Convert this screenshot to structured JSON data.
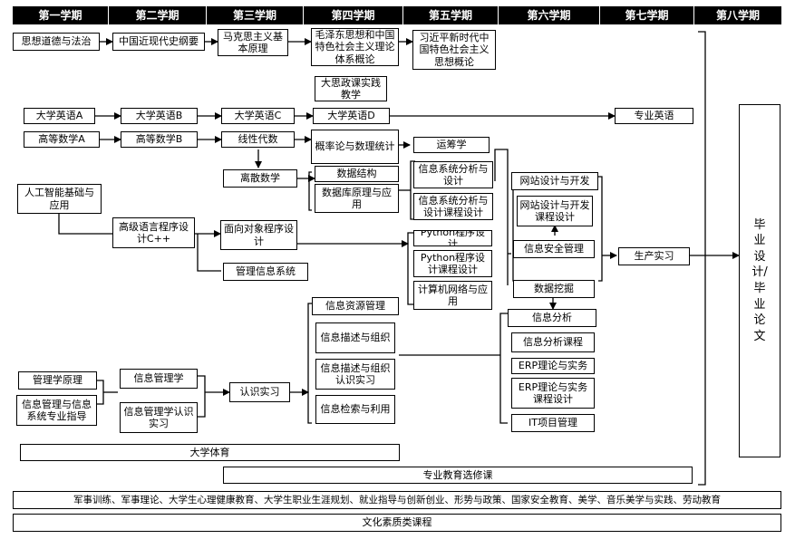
{
  "semesters": [
    "第一学期",
    "第二学期",
    "第三学期",
    "第四学期",
    "第五学期",
    "第六学期",
    "第七学期",
    "第八学期"
  ],
  "courses": {
    "sixiang": "思想道德与法治",
    "jindai": "中国近现代史纲要",
    "makesi": "马克思主义基本原理",
    "maogai": "毛泽东思想和中国特色社会主义理论体系概论",
    "xi": "习近平新时代中国特色社会主义思想概论",
    "dasizheng": "大思政课实践教学",
    "yingyu_a": "大学英语A",
    "yingyu_b": "大学英语B",
    "yingyu_c": "大学英语C",
    "yingyu_d": "大学英语D",
    "zhuanye_yingyu": "专业英语",
    "shuxue_a": "高等数学A",
    "shuxue_b": "高等数学B",
    "xianxing": "线性代数",
    "gailv": "概率论与数理统计",
    "yunchou": "运筹学",
    "lisan": "离散数学",
    "shuju_jiegou": "数据结构",
    "shujuku": "数据库原理与应用",
    "xitong_fenxi": "信息系统分析与设计",
    "xitong_kecheng": "信息系统分析与设计课程设计",
    "ai": "人工智能基础与应用",
    "c_lang": "高级语言程序设计C++",
    "oop": "面向对象程序设计",
    "python": "Python程序设计",
    "python_kecheng": "Python程序设计课程设计",
    "wangluo": "计算机网络与应用",
    "guanli_xinxi": "管理信息系统",
    "wangzhan": "网站设计与开发",
    "wangzhan_kecheng": "网站设计与开发课程设计",
    "anquan": "信息安全管理",
    "shengchan": "生产实习",
    "wajue": "数据挖掘",
    "xinxi_fenxi": "信息分析",
    "xinxi_fenxi_kecheng": "信息分析课程",
    "erp": "ERP理论与实务",
    "erp_kecheng": "ERP理论与实务课程设计",
    "it": "IT项目管理",
    "ziyuan": "信息资源管理",
    "miaoshu": "信息描述与组织",
    "miaoshu_shixi": "信息描述与组织认识实习",
    "jiansuo": "信息检索与利用",
    "guanlixue": "管理学原理",
    "zhuanye_zhidao": "信息管理与信息系统专业指导",
    "xinxi_guanlixue": "信息管理学",
    "xinxi_guanlixue_shixi": "信息管理学认识实习",
    "renshi_shixi": "认识实习",
    "biye": "毕业设计/毕业论文",
    "tiyu": "大学体育",
    "xuanxiu": "专业教育选修课",
    "junshi": "军事训练、军事理论、大学生心理健康教育、大学生职业生涯规划、就业指导与创新创业、形势与政策、国家安全教育、美学、音乐美学与实践、劳动教育",
    "wenhua": "文化素质类课程"
  }
}
